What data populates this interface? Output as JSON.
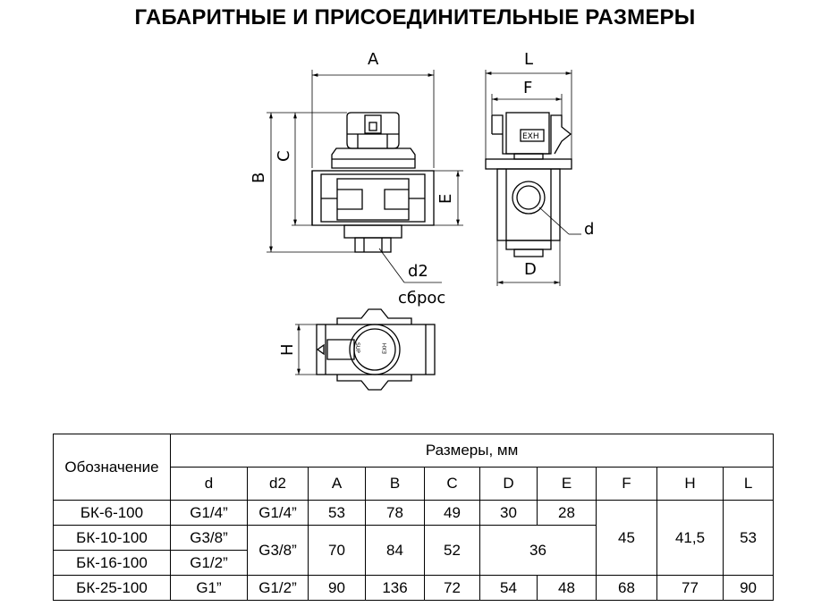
{
  "title": "ГАБАРИТНЫЕ И ПРИСОЕДИНИТЕЛЬНЫЕ РАЗМЕРЫ",
  "drawing": {
    "labels": {
      "A": "A",
      "B": "B",
      "C": "C",
      "E": "E",
      "L": "L",
      "F": "F",
      "D": "D",
      "d": "d",
      "d2": "d2",
      "H": "H",
      "reset": "сброс",
      "exh": "EXH",
      "sup": "SUP",
      "exh_small": "EXH"
    }
  },
  "table": {
    "designation_header": "Обозначение",
    "sizes_header": "Размеры, мм",
    "columns": [
      "d",
      "d2",
      "A",
      "B",
      "C",
      "D",
      "E",
      "F",
      "H",
      "L"
    ],
    "rows": [
      {
        "name": "БК-6-100",
        "d": "G1/4”",
        "d2": "G1/4”",
        "A": "53",
        "B": "78",
        "C": "49",
        "D": "30",
        "E": "28"
      },
      {
        "name": "БК-10-100",
        "d": "G3/8”"
      },
      {
        "name": "БК-16-100",
        "d": "G1/2”"
      },
      {
        "name": "БК-25-100",
        "d": "G1”",
        "d2": "G1/2”",
        "A": "90",
        "B": "136",
        "C": "72",
        "D": "54",
        "E": "48",
        "F": "68",
        "H": "77",
        "L": "90"
      }
    ],
    "merged": {
      "d2_10_16": "G3/8”",
      "A_10_16": "70",
      "B_10_16": "84",
      "C_10_16": "52",
      "DE_10_16": "36",
      "F_6_16": "45",
      "H_6_16": "41,5",
      "L_6_16": "53"
    }
  }
}
